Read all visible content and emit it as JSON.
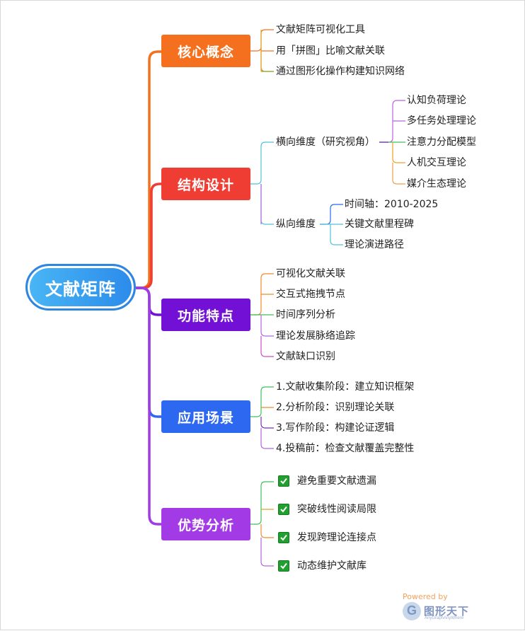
{
  "root": {
    "label": "文献矩阵"
  },
  "branches": {
    "concept": {
      "label": "核心概念",
      "color": "#f4701e",
      "items": [
        "文献矩阵可视化工具",
        "用「拼图」比喻文献关联",
        "通过图形化操作构建知识网络"
      ]
    },
    "structure": {
      "label": "结构设计",
      "color": "#ef3d33",
      "horizontal": {
        "label": "横向维度（研究视角）",
        "items": [
          "认知负荷理论",
          "多任务处理理论",
          "注意力分配模型",
          "人机交互理论",
          "媒介生态理论"
        ]
      },
      "vertical": {
        "label": "纵向维度",
        "items": [
          "时间轴：2010-2025",
          "关键文献里程碑",
          "理论演进路径"
        ]
      }
    },
    "features": {
      "label": "功能特点",
      "color": "#7210d6",
      "items": [
        "可视化文献关联",
        "交互式拖拽节点",
        "时间序列分析",
        "理论发展脉络追踪",
        "文献缺口识别"
      ]
    },
    "scenarios": {
      "label": "应用场景",
      "color": "#2d68f0",
      "items": [
        "1.文献收集阶段：建立知识框架",
        "2.分析阶段：识别理论关联",
        "3.写作阶段：构建论证逻辑",
        "4.投稿前：检查文献覆盖完整性"
      ]
    },
    "advantages": {
      "label": "优势分析",
      "color": "#a23be6",
      "items": [
        "避免重要文献遗漏",
        "突破线性阅读局限",
        "发现跨理论连接点",
        "动态维护文献库"
      ]
    }
  },
  "watermark": {
    "powered": "Powered by",
    "logo_letter": "G",
    "name": "图形天下",
    "sub": "AnyGraphAnyWhere"
  }
}
